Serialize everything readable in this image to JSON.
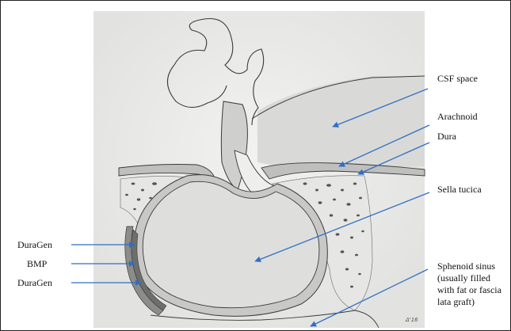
{
  "labels": {
    "csf_space": "CSF space",
    "arachnoid": "Arachnoid",
    "dura": "Dura",
    "sella": "Sella tucica",
    "sphenoid_line1": "Sphenoid sinus",
    "sphenoid_line2": "(usually filled",
    "sphenoid_line3": "with fat or fascia",
    "sphenoid_line4": "lata graft)",
    "duragen_top": "DuraGen",
    "bmp": "BMP",
    "duragen_bottom": "DuraGen"
  },
  "signature": "Δ'16",
  "colors": {
    "arrow": "#2f6fc4",
    "paper": "#ececea",
    "tissue": "#d6d6d4",
    "pencil": "#3a3a3a"
  }
}
